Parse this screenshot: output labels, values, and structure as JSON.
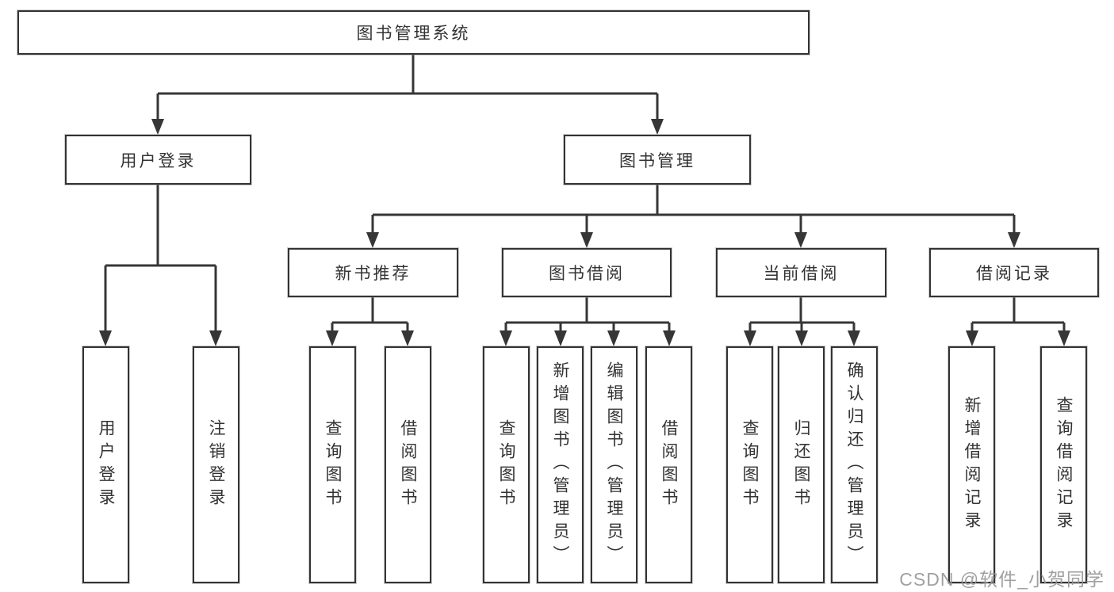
{
  "tree": {
    "label": "图书管理系统",
    "children": [
      {
        "label": "用户登录",
        "children": [
          {
            "label": "用户登录"
          },
          {
            "label": "注销登录"
          }
        ]
      },
      {
        "label": "图书管理",
        "children": [
          {
            "label": "新书推荐",
            "children": [
              {
                "label": "查询图书"
              },
              {
                "label": "借阅图书"
              }
            ]
          },
          {
            "label": "图书借阅",
            "children": [
              {
                "label": "查询图书"
              },
              {
                "label": "新增图书（管理员）"
              },
              {
                "label": "编辑图书（管理员）"
              },
              {
                "label": "借阅图书"
              }
            ]
          },
          {
            "label": "当前借阅",
            "children": [
              {
                "label": "查询图书"
              },
              {
                "label": "归还图书"
              },
              {
                "label": "确认归还（管理员）"
              }
            ]
          },
          {
            "label": "借阅记录",
            "children": [
              {
                "label": "新增借阅记录"
              },
              {
                "label": "查询借阅记录"
              }
            ]
          }
        ]
      }
    ]
  },
  "watermark": {
    "text": "CSDN @软件_小贺同学"
  },
  "colors": {
    "line": "#363636",
    "border": "#333333",
    "text": "#333333",
    "watermark": "#969696",
    "background": "#ffffff"
  }
}
